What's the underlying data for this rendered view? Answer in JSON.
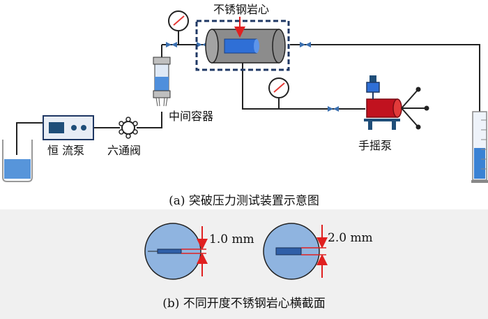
{
  "colors": {
    "pipe": "#222222",
    "core_gray": "#8c8c8c",
    "core_blue": "#2f6fd6",
    "dash_border": "#1f3864",
    "gauge_red": "#e53935",
    "pump_red": "#c1121f",
    "pump_base": "#1f4e79",
    "water": "#3a82d4",
    "section_fill": "#8fb4e0",
    "arrow_red": "#e02020"
  },
  "panel_a": {
    "title_core": "不锈钢岩心",
    "label_container": "中间容器",
    "label_pump": "恒 流泵",
    "label_valve": "六通阀",
    "label_hand_pump": "手摇泵",
    "caption": "(a) 突破压力测试装置示意图"
  },
  "panel_b": {
    "left_opening": "1.0 mm",
    "right_opening": "2.0 mm",
    "caption": "(b) 不同开度不锈钢岩心横截面"
  }
}
